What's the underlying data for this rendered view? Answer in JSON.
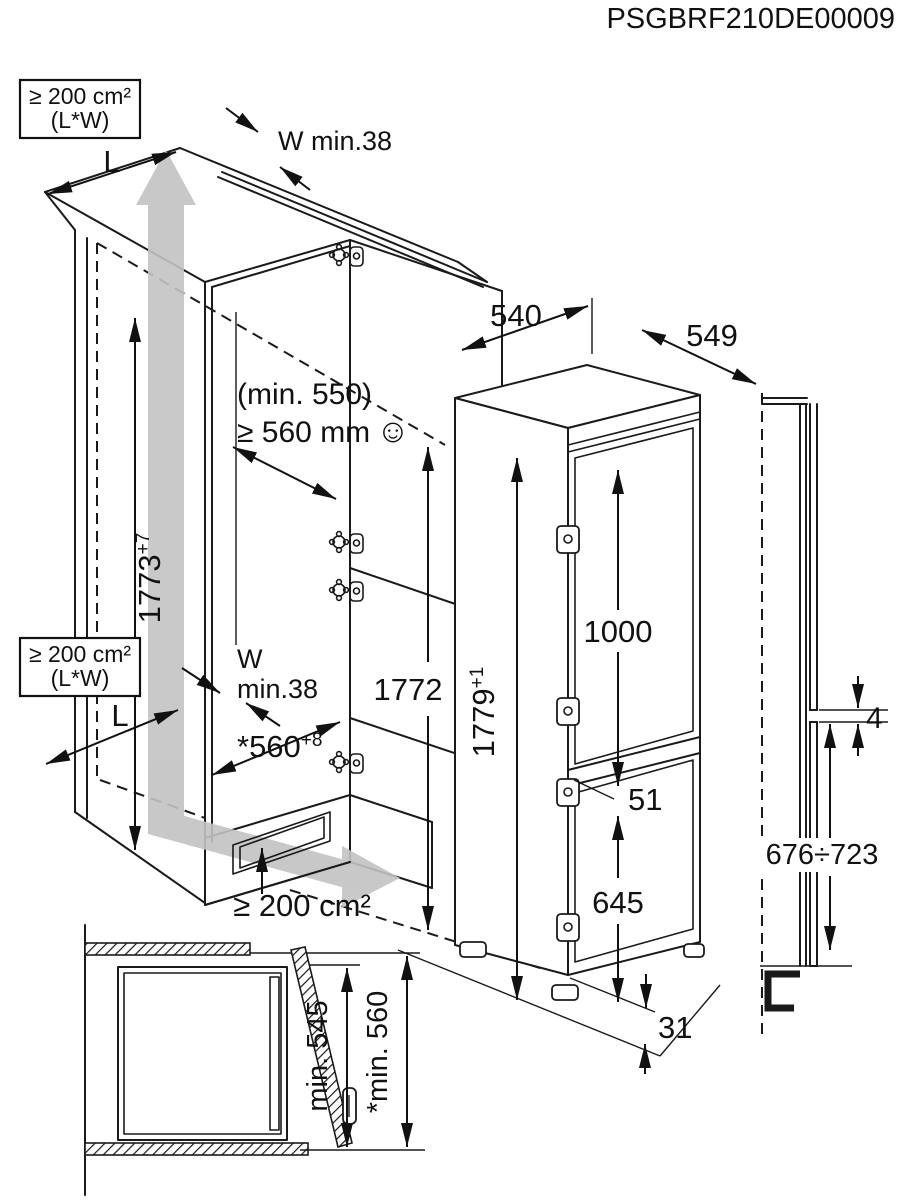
{
  "title": "PSGBRF210DE00009",
  "niche": {
    "top_vent_label_line1": "≥ 200 cm²",
    "top_vent_label_line2": "(L*W)",
    "top_length": "L",
    "top_rear_gap": "W min.38",
    "depth_note": "(min. 550)",
    "depth_min": "≥ 560 mm",
    "depth_smiley": "☺",
    "height": "1773",
    "height_tol": "+7",
    "mid_vent_label_line1": "≥ 200 cm²",
    "mid_vent_label_line2": "(L*W)",
    "mid_length": "L",
    "mid_gap_line1": "W",
    "mid_gap_line2": "min.38",
    "width": "*560",
    "width_tol": "+8",
    "door_panel_height": "1772",
    "bottom_vent_label": "≥ 200 cm²"
  },
  "appliance": {
    "width": "540",
    "depth": "549",
    "height": "1779",
    "height_tol": "+1",
    "upper_door": "1000",
    "hinge_gap": "51",
    "lower_door": "645",
    "feet": "31"
  },
  "side_view": {
    "door_split_gap": "4",
    "lower_door_panel": "676÷723"
  },
  "plan_view": {
    "min_depth": "min. 545",
    "min_depth_star": "*min. 560"
  }
}
